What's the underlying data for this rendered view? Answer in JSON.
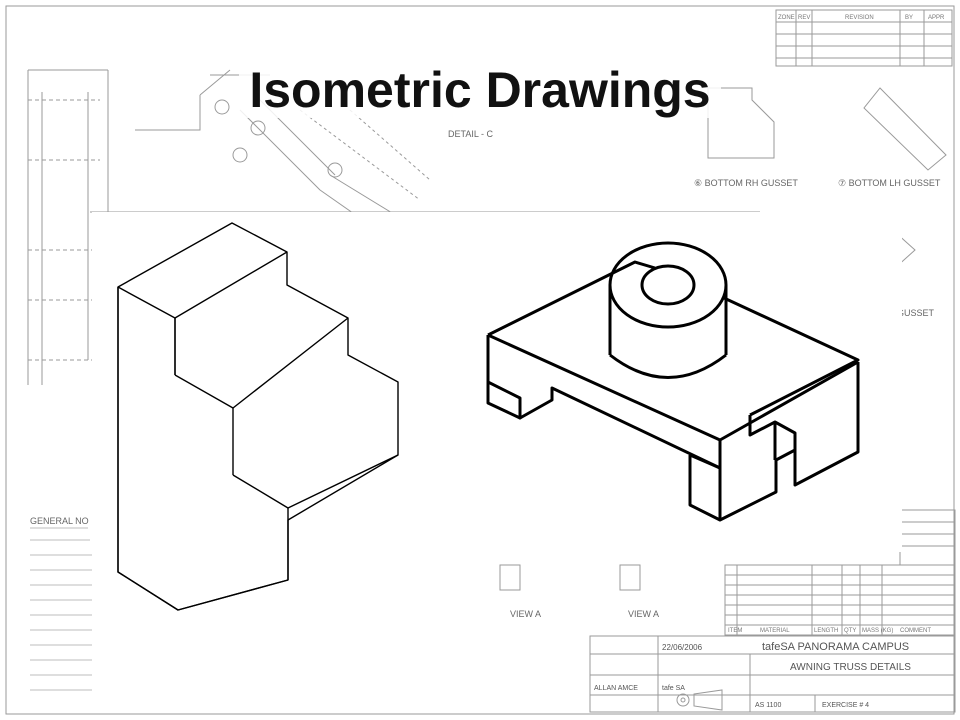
{
  "slide": {
    "title": "Isometric Drawings"
  },
  "background_sheet": {
    "detail_label": "DETAIL - C",
    "gusset_rh": "⑥ BOTTOM RH GUSSET",
    "gusset_lh": "⑦ BOTTOM LH GUSSET",
    "gusset_side": "GUSSET",
    "general_notes": "GENERAL NO",
    "view_a_1": "VIEW A",
    "view_a_2": "VIEW A",
    "title_block": {
      "campus": "tafeSA PANORAMA CAMPUS",
      "drawing_title": "AWNING TRUSS DETAILS",
      "date": "22/06/2006",
      "checked": "ALLAN AMCE",
      "approved": "tafe SA",
      "standard": "AS 1100",
      "exercise": "EXERCISE # 4",
      "col_item": "ITEM",
      "col_material": "MATERIAL",
      "col_length": "LENGTH",
      "col_qty": "QTY",
      "col_mass": "MASS (KG)",
      "col_comments": "COMMENT"
    },
    "revision_header": {
      "zone": "ZONE",
      "rev": "REV",
      "revision": "REVISION",
      "by": "BY",
      "appr": "APPR"
    }
  },
  "colors": {
    "line": "#000000",
    "faint": "#8a8a8a"
  }
}
